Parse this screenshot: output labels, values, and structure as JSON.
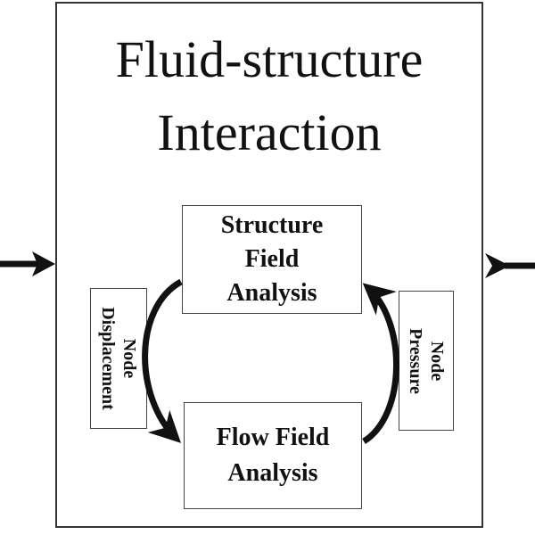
{
  "title": {
    "line1": "Fluid-structure",
    "line2": "Interaction"
  },
  "nodes": {
    "structure": {
      "lines": [
        "Structure",
        "Field",
        "Analysis"
      ]
    },
    "flow": {
      "lines": [
        "Flow Field",
        "Analysis"
      ]
    }
  },
  "side_labels": {
    "displacement": {
      "lines": [
        "Node",
        "Displacement"
      ]
    },
    "pressure": {
      "lines": [
        "Node",
        "Pressure"
      ]
    }
  },
  "colors": {
    "stroke": "#111111",
    "border": "#333333"
  }
}
